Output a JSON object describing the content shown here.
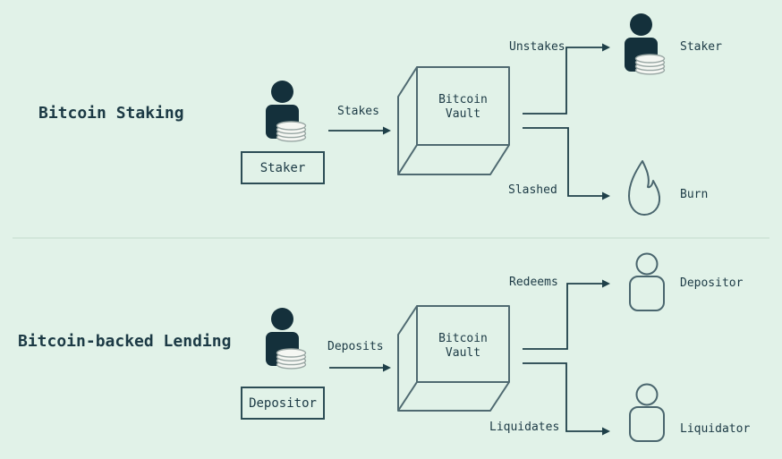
{
  "colors": {
    "background": "#e1f2e8",
    "text": "#1c3a45",
    "arrow_line": "#1f4049",
    "shape_outline": "#4f6a71",
    "icon_outline": "#4a666e",
    "person_fill": "#14303b",
    "coin_fill": "#f5f7f3",
    "coin_stroke": "#98a6a3",
    "box_border": "#2c4d55",
    "divider": "#d2e7da"
  },
  "sections": [
    {
      "id": "staking",
      "title": "Bitcoin Staking",
      "actor": {
        "label": "Staker",
        "icon": "person-with-coins-icon"
      },
      "inflow": {
        "label": "Stakes"
      },
      "vault": {
        "line1": "Bitcoin",
        "line2": "Vault"
      },
      "outflows": [
        {
          "label": "Unstakes",
          "target": "Staker",
          "target_icon": "person-with-coins-icon"
        },
        {
          "label": "Slashed",
          "target": "Burn",
          "target_icon": "flame-icon"
        }
      ]
    },
    {
      "id": "lending",
      "title": "Bitcoin-backed Lending",
      "actor": {
        "label": "Depositor",
        "icon": "person-with-coins-icon"
      },
      "inflow": {
        "label": "Deposits"
      },
      "vault": {
        "line1": "Bitcoin",
        "line2": "Vault"
      },
      "outflows": [
        {
          "label": "Redeems",
          "target": "Depositor",
          "target_icon": "person-outline-icon"
        },
        {
          "label": "Liquidates",
          "target": "Liquidator",
          "target_icon": "person-outline-icon"
        }
      ]
    }
  ]
}
